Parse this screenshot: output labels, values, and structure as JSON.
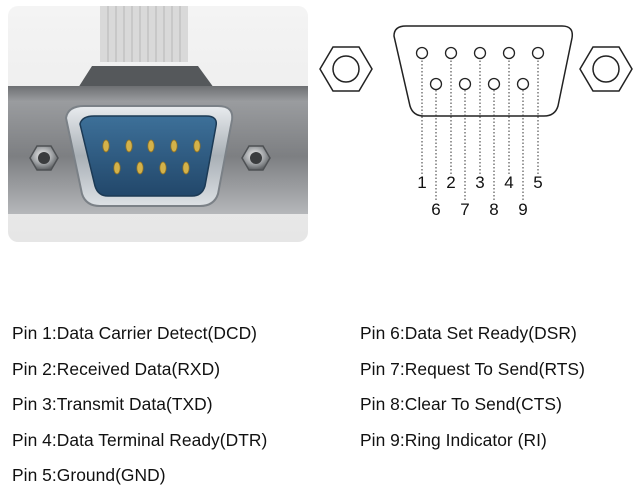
{
  "diagram": {
    "top_row_pins": [
      "1",
      "2",
      "3",
      "4",
      "5"
    ],
    "bottom_row_pins": [
      "6",
      "7",
      "8",
      "9"
    ]
  },
  "legend": {
    "left": [
      "Pin 1:Data Carrier Detect(DCD)",
      "Pin 2:Received Data(RXD)",
      "Pin 3:Transmit Data(TXD)",
      "Pin 4:Data Terminal Ready(DTR)",
      "Pin 5:Ground(GND)"
    ],
    "right": [
      "Pin 6:Data Set Ready(DSR)",
      "Pin 7:Request To Send(RTS)",
      "Pin 8:Clear To Send(CTS)",
      "Pin 9:Ring Indicator (RI)"
    ]
  },
  "colors": {
    "connector_blue": "#2f5f88",
    "bracket_gray": "#8b8d90",
    "pin_gold": "#d4b24a"
  }
}
